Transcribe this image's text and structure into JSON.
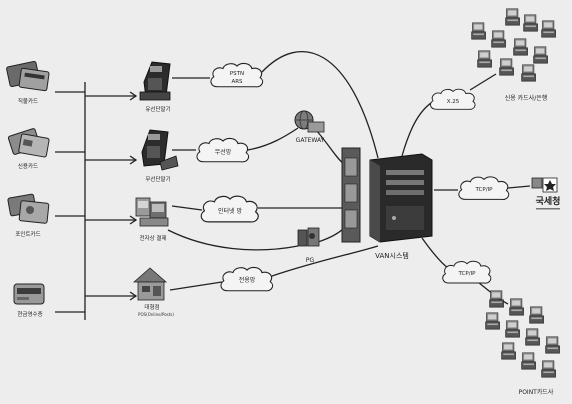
{
  "sources": [
    {
      "label": "직불카드"
    },
    {
      "label": "신용카드"
    },
    {
      "label": "포인트카드"
    },
    {
      "label": "현금영수증"
    }
  ],
  "terminals": [
    {
      "label": "유선단말기"
    },
    {
      "label": "무선단말기"
    },
    {
      "label": "전자상 결제"
    },
    {
      "label": "대형점",
      "sublabel": "POS(Online/Posts)"
    }
  ],
  "clouds": {
    "pstn": {
      "line1": "PSTN",
      "line2": "ARS"
    },
    "wireless": "무선망",
    "internet": "인터넷 망",
    "leased": "전용망",
    "x25": "X.25",
    "tcpip_tax": "TCP/IP",
    "tcpip_point": "TCP/IP"
  },
  "gateway_label": "GATEWAY",
  "pg_label": "PG",
  "van_label": "VAN시스템",
  "destinations": {
    "card_company": "신용 카드사/은행",
    "tax_office": "국세청",
    "point_company": "POINT카드사"
  },
  "colors": {
    "background": "#ecedec",
    "line": "#222222",
    "cloud_fill": "#f4f4f4",
    "server_dark": "#2a2a2a",
    "server_mid": "#6e6e6e"
  }
}
